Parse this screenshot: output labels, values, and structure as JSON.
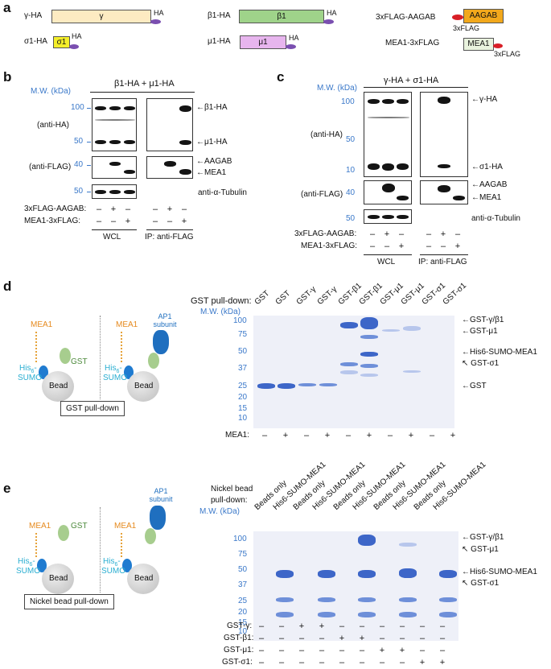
{
  "panels": {
    "a": "a",
    "b": "b",
    "c": "c",
    "d": "d",
    "e": "e"
  },
  "a": {
    "gamma_label": "γ-HA",
    "gamma_box": "γ",
    "gamma_tag": "HA",
    "sigma_label": "σ1-HA",
    "sigma_box": "σ1",
    "sigma_tag": "HA",
    "beta_label": "β1-HA",
    "beta_box": "β1",
    "beta_tag": "HA",
    "mu_label": "μ1-HA",
    "mu_box": "μ1",
    "mu_tag": "HA",
    "aagab_label": "3xFLAG-AAGAB",
    "aagab_box": "AAGAB",
    "aagab_tag": "3xFLAG",
    "mea_label": "MEA1-3xFLAG",
    "mea_box": "MEA1",
    "mea_tag": "3xFLAG",
    "colors": {
      "gamma": "#fdebc2",
      "sigma": "#f4ee2a",
      "beta": "#9fd38a",
      "mu": "#e7b5ee",
      "aagab": "#f2a81c",
      "mea": "#e9f3de",
      "ha_tag": "#7a4fb0",
      "flag_tag": "#d81f26"
    }
  },
  "b": {
    "title": "β1-HA + μ1-HA",
    "mw_header": "M.W. (kDa)",
    "mw": [
      "100",
      "50",
      "40",
      "50"
    ],
    "ab_ha": "(anti-HA)",
    "ab_flag": "(anti-FLAG)",
    "ab_tub": "anti-α-Tubulin",
    "band_beta": "β1-HA",
    "band_mu": "μ1-HA",
    "band_aagab": "AAGAB",
    "band_mea": "MEA1",
    "row_aagab": "3xFLAG-AAGAB:",
    "row_mea": "MEA1-3xFLAG:",
    "signs_aagab": [
      "–",
      "+",
      "–",
      "–",
      "+",
      "–"
    ],
    "signs_mea": [
      "–",
      "–",
      "+",
      "–",
      "–",
      "+"
    ],
    "group_wcl": "WCL",
    "group_ip": "IP: anti-FLAG"
  },
  "c": {
    "title": "γ-HA + σ1-HA",
    "mw_header": "M.W. (kDa)",
    "mw": [
      "100",
      "50",
      "10",
      "40",
      "50"
    ],
    "ab_ha": "(anti-HA)",
    "ab_flag": "(anti-FLAG)",
    "ab_tub": "anti-α-Tubulin",
    "band_gamma": "γ-HA",
    "band_sigma": "σ1-HA",
    "band_aagab": "AAGAB",
    "band_mea": "MEA1",
    "row_aagab": "3xFLAG-AAGAB:",
    "row_mea": "MEA1-3xFLAG:",
    "signs_aagab": [
      "–",
      "+",
      "–",
      "–",
      "+",
      "–"
    ],
    "signs_mea": [
      "–",
      "–",
      "+",
      "–",
      "–",
      "+"
    ],
    "group_wcl": "WCL",
    "group_ip": "IP: anti-FLAG"
  },
  "d": {
    "cartoon_mea": "MEA1",
    "cartoon_his": "His",
    "cartoon_his_sub": "6",
    "cartoon_sumo": "SUMO",
    "cartoon_gst": "GST",
    "cartoon_bead": "Bead",
    "cartoon_ap1": "AP1 subunit",
    "caption": "GST pull-down",
    "gel_title": "GST pull-down:",
    "mw_header": "M.W. (kDa)",
    "mw": [
      "100",
      "75",
      "50",
      "37",
      "25",
      "20",
      "15",
      "10"
    ],
    "lanes": [
      "GST",
      "GST",
      "GST-γ",
      "GST-γ",
      "GST-β1",
      "GST-β1",
      "GST-μ1",
      "GST-μ1",
      "GST-σ1",
      "GST-σ1"
    ],
    "band_labels": [
      "GST-γ/β1",
      "GST-μ1",
      "His6-SUMO-MEA1",
      "GST-σ1",
      "GST"
    ],
    "row_label": "MEA1:",
    "signs": [
      "–",
      "+",
      "–",
      "+",
      "–",
      "+",
      "–",
      "+",
      "–",
      "+"
    ]
  },
  "e": {
    "cartoon_mea": "MEA1",
    "cartoon_his": "His",
    "cartoon_his_sub": "6",
    "cartoon_sumo": "SUMO",
    "cartoon_gst": "GST",
    "cartoon_bead": "Bead",
    "cartoon_ap1": "AP1 subunit",
    "caption": "Nickel bead pull-down",
    "gel_title_1": "Nickel bead",
    "gel_title_2": "pull-down:",
    "mw_header": "M.W. (kDa)",
    "mw": [
      "100",
      "75",
      "50",
      "37",
      "25",
      "20",
      "15",
      "10"
    ],
    "lanes": [
      "Beads only",
      "His6-SUMO-MEA1",
      "Beads only",
      "His6-SUMO-MEA1",
      "Beads only",
      "His6-SUMO-MEA1",
      "Beads only",
      "His6-SUMO-MEA1",
      "Beads only",
      "His6-SUMO-MEA1"
    ],
    "band_labels": [
      "GST-γ/β1",
      "GST-μ1",
      "His6-SUMO-MEA1",
      "GST-σ1"
    ],
    "rows": [
      {
        "label": "GST-γ:",
        "signs": [
          "–",
          "–",
          "+",
          "+",
          "–",
          "–",
          "–",
          "–",
          "–",
          "–"
        ]
      },
      {
        "label": "GST-β1:",
        "signs": [
          "–",
          "–",
          "–",
          "–",
          "+",
          "+",
          "–",
          "–",
          "–",
          "–"
        ]
      },
      {
        "label": "GST-μ1:",
        "signs": [
          "–",
          "–",
          "–",
          "–",
          "–",
          "–",
          "+",
          "+",
          "–",
          "–"
        ]
      },
      {
        "label": "GST-σ1:",
        "signs": [
          "–",
          "–",
          "–",
          "–",
          "–",
          "–",
          "–",
          "–",
          "+",
          "+"
        ]
      }
    ]
  }
}
